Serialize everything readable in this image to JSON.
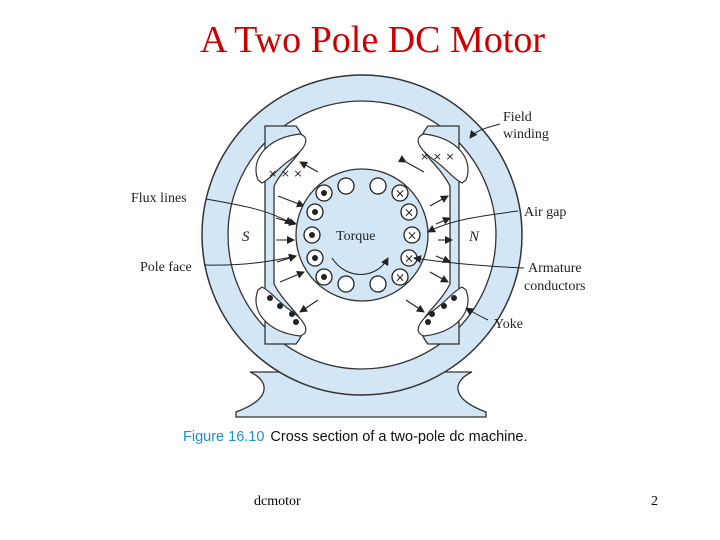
{
  "slide": {
    "title": "A Two Pole DC Motor",
    "footer_left": "dcmotor",
    "page_number": "2"
  },
  "figure": {
    "number": "Figure 16.10",
    "caption": "Cross section of a two-pole dc machine."
  },
  "labels": {
    "field_winding_1": "Field",
    "field_winding_2": "winding",
    "flux_lines": "Flux lines",
    "air_gap": "Air gap",
    "pole_face": "Pole face",
    "armature_1": "Armature",
    "armature_2": "conductors",
    "yoke": "Yoke",
    "torque": "Torque",
    "pole_s": "S",
    "pole_n": "N"
  },
  "colors": {
    "title": "#cc0000",
    "yoke_fill": "#d3e6f6",
    "figure_number": "#1f8fd6"
  }
}
